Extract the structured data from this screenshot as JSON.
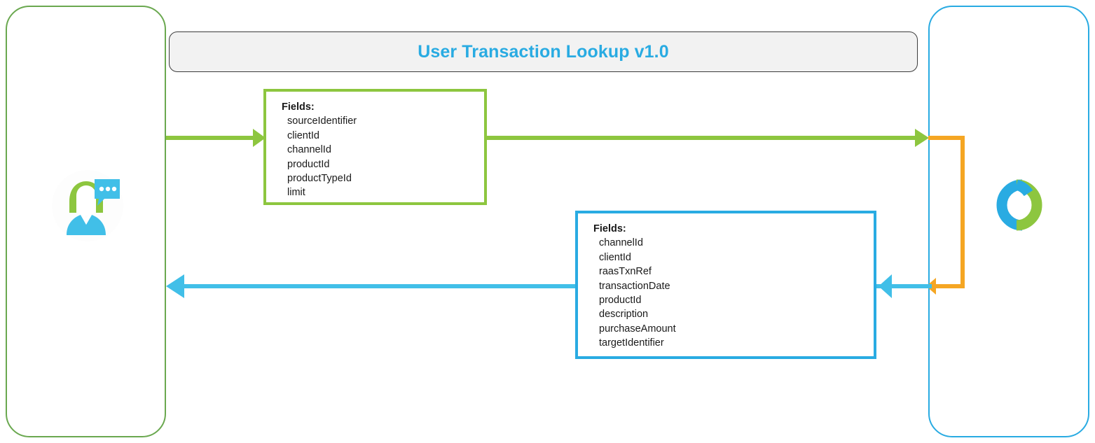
{
  "diagram": {
    "title": "User Transaction Lookup v1.0",
    "title_color": "#29abe2"
  },
  "lanes": [
    {
      "id": "user",
      "name": "user-lane",
      "border_color": "#6aa84f",
      "icon": "user-with-speech-bubble-icon"
    },
    {
      "id": "system",
      "name": "system-lane",
      "border_color": "#29abe2",
      "icon": "interlocking-rings-logo-icon"
    }
  ],
  "request_box": {
    "heading": "Fields:",
    "border_color": "#8dc63f",
    "fields": [
      "sourceIdentifier",
      "clientId",
      "channelId",
      "productId",
      "productTypeId",
      "limit"
    ]
  },
  "response_box": {
    "heading": "Fields:",
    "border_color": "#29abe2",
    "fields": [
      "channelId",
      "clientId",
      "raasTxnRef",
      "transactionDate",
      "productId",
      "description",
      "purchaseAmount",
      "targetIdentifier"
    ]
  },
  "connectors": [
    {
      "name": "request-arrow-user-to-box",
      "color": "#8dc63f",
      "direction": "right"
    },
    {
      "name": "request-arrow-box-to-system",
      "color": "#8dc63f",
      "direction": "right"
    },
    {
      "name": "system-internal-loop",
      "color": "#f5a623",
      "direction": "left"
    },
    {
      "name": "response-arrow-system-to-box",
      "color": "#41bfe8",
      "direction": "left"
    },
    {
      "name": "response-arrow-box-to-user",
      "color": "#41bfe8",
      "direction": "left"
    }
  ]
}
